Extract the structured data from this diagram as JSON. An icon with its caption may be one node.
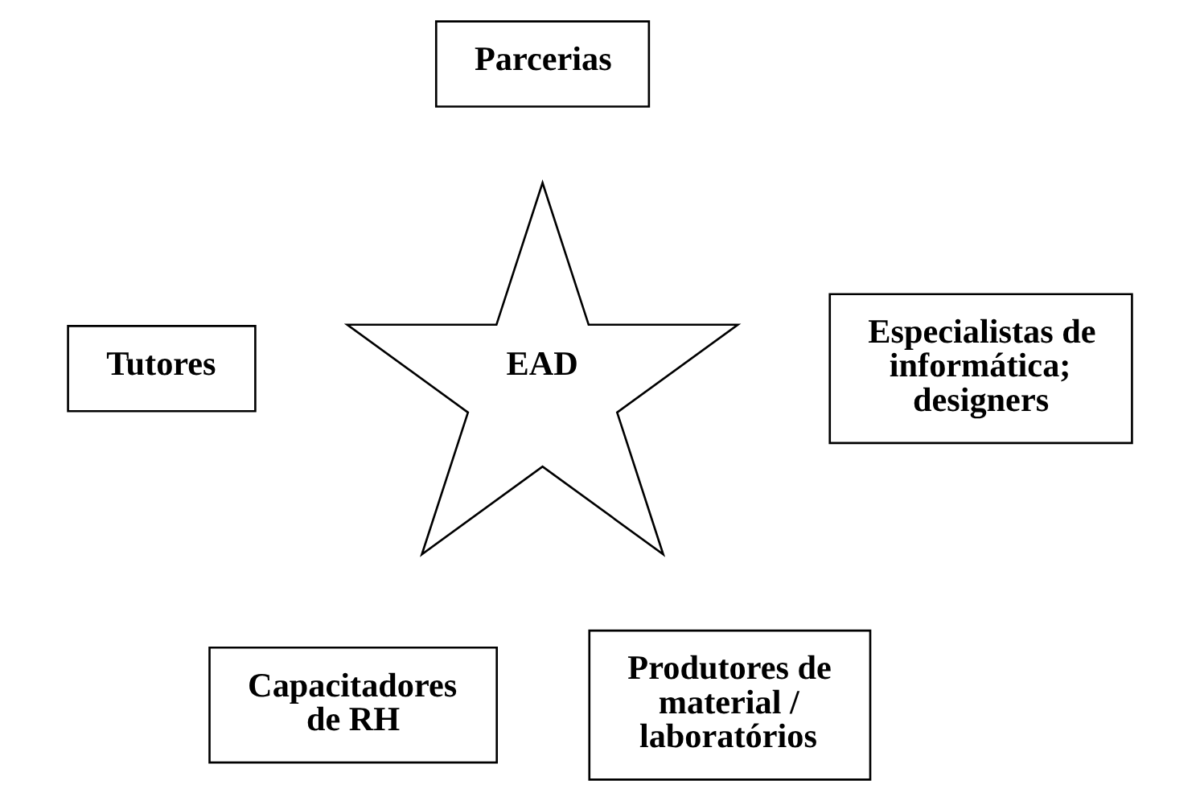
{
  "diagram": {
    "nodes": [
      {
        "text": [
          "Parcerias"
        ]
      },
      {
        "text": [
          "Tutores"
        ]
      },
      {
        "text": [
          "EAD"
        ]
      },
      {
        "text": [
          "Especialistas de informática; designers"
        ]
      },
      {
        "text": [
          "Capacitadores de RH"
        ]
      },
      {
        "text": [
          "Produtores de material / laboratórios"
        ]
      }
    ]
  }
}
